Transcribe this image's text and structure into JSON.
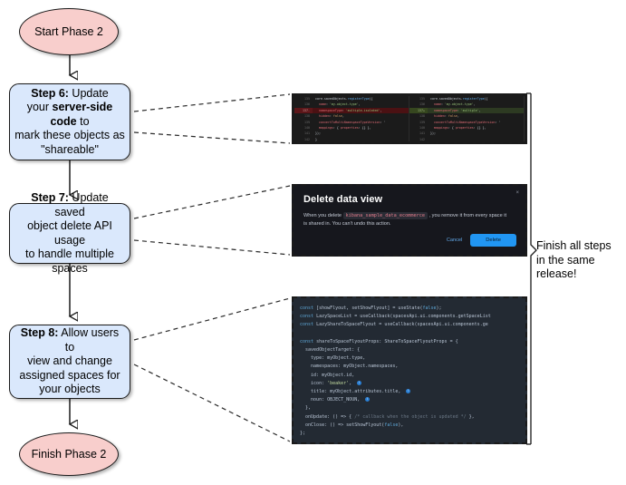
{
  "flow": {
    "start": {
      "label": "Start Phase 2"
    },
    "finish": {
      "label": "Finish Phase 2"
    },
    "steps": [
      {
        "id": "step6",
        "strong": "Step 6:",
        "line1_rest": " Update",
        "line2_pre": "your ",
        "line2_strong": "server-side code",
        "line2_post": " to",
        "line3": "mark these objects as",
        "line4": "\"shareable\""
      },
      {
        "id": "step7",
        "strong": "Step 7:",
        "line1_rest": " Update saved",
        "line2": "object delete API usage",
        "line3": "to handle multiple spaces"
      },
      {
        "id": "step8",
        "strong": "Step 8:",
        "line1_rest": " Allow users to",
        "line2": "view and change",
        "line3": "assigned spaces for",
        "line4": "your objects"
      }
    ],
    "annotation": {
      "line1": "Finish all steps",
      "line2": "in the same",
      "line3": "release!"
    }
  },
  "screenshots": {
    "code_diff": {
      "name": "saved-objects-registertype-diff",
      "left": {
        "lines": [
          {
            "no": "135",
            "text": "core.savedObjects.registerType({",
            "kind": "ctx"
          },
          {
            "no": "136",
            "text": "  name: 'my-object-type',",
            "kind": "ctx"
          },
          {
            "no": "137",
            "text": "  namespaceType: 'multiple-isolated',",
            "kind": "del"
          },
          {
            "no": "138",
            "text": "  hidden: false,",
            "kind": "ctx"
          },
          {
            "no": "139",
            "text": "  convertToMultiNamespaceTypeVersion: '",
            "kind": "ctx"
          },
          {
            "no": "140",
            "text": "  mappings: { properties: {} },",
            "kind": "ctx"
          },
          {
            "no": "141",
            "text": "});",
            "kind": "ctx"
          },
          {
            "no": "142",
            "text": "}",
            "kind": "ctx"
          }
        ]
      },
      "right": {
        "lines": [
          {
            "no": "135",
            "text": "core.savedObjects.registerType({",
            "kind": "ctx"
          },
          {
            "no": "136",
            "text": "  name: 'my-object-type',",
            "kind": "ctx"
          },
          {
            "no": "137",
            "text": "  namespaceType: 'multiple',",
            "kind": "add"
          },
          {
            "no": "138",
            "text": "  hidden: false,",
            "kind": "ctx"
          },
          {
            "no": "139",
            "text": "  convertToMultiNamespaceTypeVersion: '",
            "kind": "ctx"
          },
          {
            "no": "140",
            "text": "  mappings: { properties: {} },",
            "kind": "ctx"
          },
          {
            "no": "141",
            "text": "});",
            "kind": "ctx"
          },
          {
            "no": "142",
            "text": "",
            "kind": "ctx"
          }
        ]
      }
    },
    "delete_dialog": {
      "title": "Delete data view",
      "body_before": "When you delete ",
      "body_code": "kibana_sample_data_ecommerce",
      "body_after": " , you remove it from every space it is shared in. You can't undo this action.",
      "cancel_label": "Cancel",
      "delete_label": "Delete",
      "close_label": "×"
    },
    "flyout_code": {
      "lines": [
        "const [showFlyout, setShowFlyout] = useState(false);",
        "const LazySpaceList = useCallback(spacesApi.ui.components.getSpaceList",
        "const LazyShareToSpaceFlyout = useCallback(spacesApi.ui.components.ge",
        "",
        "const shareToSpaceFlyoutProps: ShareToSpaceFlyoutProps = {",
        "  savedObjectTarget: {",
        "    type: myObject.type,",
        "    namespaces: myObject.namespaces,",
        "    id: myObject.id,",
        "    icon: 'beaker',",
        "    title: myObject.attributes.title,",
        "    noun: OBJECT_NOUN,",
        "  },",
        "  onUpdate: () => { /* callback when the object is updated */ },",
        "  onClose: () => setShowFlyout(false),",
        "};"
      ]
    }
  },
  "colors": {
    "terminator_fill": "#f8cecc",
    "step_fill": "#dae8fc",
    "stroke": "#1a1a1a",
    "delete_button": "#2196f3",
    "diff_delete": "#4b1113",
    "diff_add": "#2d3a22"
  }
}
